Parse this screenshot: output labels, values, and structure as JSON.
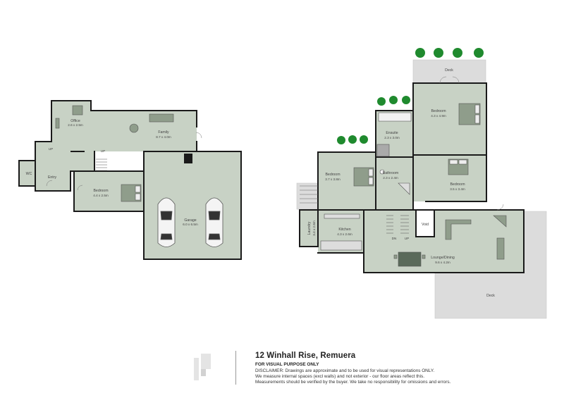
{
  "rooms": {
    "office": {
      "name": "Office",
      "dims": "2.6 x 2.5m"
    },
    "family": {
      "name": "Family",
      "dims": "8.7 x 4.0m"
    },
    "wc": {
      "name": "WC"
    },
    "entry": {
      "name": "Entry"
    },
    "bedroom_lower": {
      "name": "Bedroom",
      "dims": "4.4 x 2.5m"
    },
    "garage": {
      "name": "Garage",
      "dims": "6.0 x 6.5m"
    },
    "bedroom_master": {
      "name": "Bedroom",
      "dims": "4.3 x 4.9m"
    },
    "ensuite": {
      "name": "Ensuite",
      "dims": "2.3 x 3.0m"
    },
    "bedroom_left": {
      "name": "Bedroom",
      "dims": "3.7 x 3.8m"
    },
    "bathroom": {
      "name": "Bathroom",
      "dims": "2.3 x 2.4m"
    },
    "bedroom_right": {
      "name": "Bedroom",
      "dims": "3.5 x 3.4m"
    },
    "laundry": {
      "name": "Laundry",
      "dims": "3.4 x 2.6m"
    },
    "kitchen": {
      "name": "Kitchen",
      "dims": "4.3 x 2.6m"
    },
    "void": {
      "name": "Void"
    },
    "lounge": {
      "name": "Lounge/Dining",
      "dims": "9.6 x 4.2m"
    },
    "deck_top": {
      "name": "Deck"
    },
    "deck_bottom": {
      "name": "Deck"
    }
  },
  "stairs": {
    "up_1": "UP",
    "up_2": "UP",
    "dn": "DN",
    "up_3": "UP"
  },
  "footer": {
    "address": "12 Winhall Rise, Remuera",
    "purpose": "FOR VISUAL PURPOSE ONLY",
    "disclaimer_1": "DISCLAIMER:  Drawings are approximate and to be used for visual representations ONLY.",
    "disclaimer_2": "We measure internal spaces (excl walls) and not exterior - our floor areas reflect this.",
    "disclaimer_3": "Measurements should be verified by the buyer. We take no responsibility for omissions and errors."
  },
  "colors": {
    "floor": "#c8d2c5",
    "wall": "#1a1a1a",
    "deck": "#dcdcdc",
    "tree": "#1f8a2e"
  },
  "icons": [
    "logo-icon",
    "car-icon",
    "bed-icon",
    "sofa-icon",
    "tree-icon"
  ]
}
